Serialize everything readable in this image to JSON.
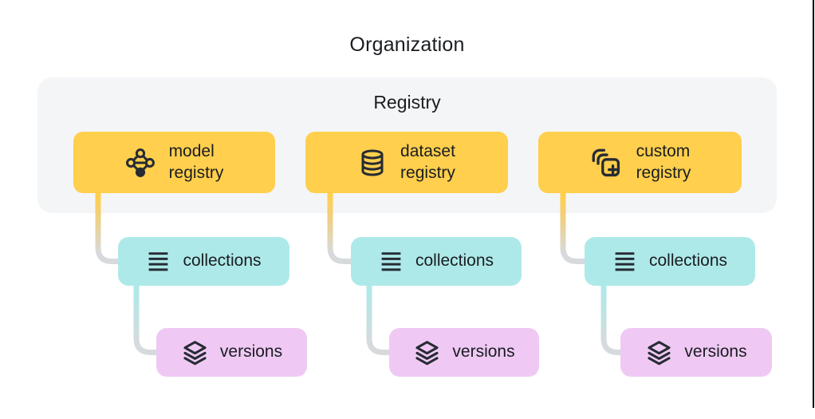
{
  "title": "Organization",
  "registry_group": {
    "label": "Registry"
  },
  "columns": [
    {
      "registry": {
        "label": "model\nregistry",
        "icon": "model-graph-icon"
      },
      "collections": {
        "label": "collections",
        "icon": "list-lines-icon"
      },
      "versions": {
        "label": "versions",
        "icon": "layers-stack-icon"
      }
    },
    {
      "registry": {
        "label": "dataset\nregistry",
        "icon": "database-icon"
      },
      "collections": {
        "label": "collections",
        "icon": "list-lines-icon"
      },
      "versions": {
        "label": "versions",
        "icon": "layers-stack-icon"
      }
    },
    {
      "registry": {
        "label": "custom\nregistry",
        "icon": "copy-plus-icon"
      },
      "collections": {
        "label": "collections",
        "icon": "list-lines-icon"
      },
      "versions": {
        "label": "versions",
        "icon": "layers-stack-icon"
      }
    }
  ],
  "colors": {
    "registry_box": "#FFCF4D",
    "collections_box": "#AEE9E9",
    "versions_box": "#EFC9F4",
    "group_bg": "#F4F5F7",
    "text": "#1A1D21",
    "icon": "#262B33",
    "connector_gray": "#D7DADD",
    "edge_line": "#000000"
  }
}
